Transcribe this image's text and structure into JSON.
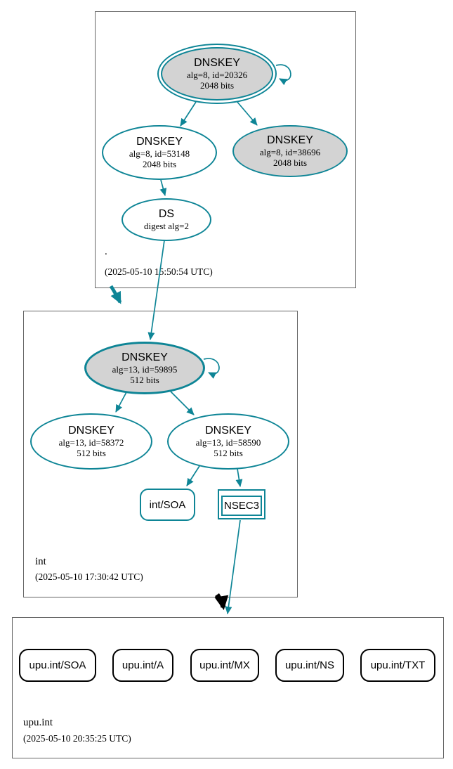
{
  "colors": {
    "secure_teal": "#0e8596",
    "insecure_black": "#000000",
    "key_fill_gray": "#d3d3d3",
    "node_fill_white": "#ffffff",
    "zone_box_border": "#666666"
  },
  "zones": {
    "root": {
      "name": ".",
      "timestamp": "(2025-05-10 15:50:54 UTC)"
    },
    "int": {
      "name": "int",
      "timestamp": "(2025-05-10 17:30:42 UTC)"
    },
    "upu_int": {
      "name": "upu.int",
      "timestamp": "(2025-05-10 20:35:25 UTC)"
    }
  },
  "nodes": {
    "root_ksk": {
      "type": "DNSKEY",
      "detail1": "alg=8, id=20326",
      "detail2": "2048 bits"
    },
    "root_zsk": {
      "type": "DNSKEY",
      "detail1": "alg=8, id=53148",
      "detail2": "2048 bits"
    },
    "root_key_38696": {
      "type": "DNSKEY",
      "detail1": "alg=8, id=38696",
      "detail2": "2048 bits"
    },
    "root_ds": {
      "type": "DS",
      "detail1": "digest alg=2"
    },
    "int_ksk": {
      "type": "DNSKEY",
      "detail1": "alg=13, id=59895",
      "detail2": "512 bits"
    },
    "int_key_58372": {
      "type": "DNSKEY",
      "detail1": "alg=13, id=58372",
      "detail2": "512 bits"
    },
    "int_key_58590": {
      "type": "DNSKEY",
      "detail1": "alg=13, id=58590",
      "detail2": "512 bits"
    },
    "int_soa": {
      "label": "int/SOA"
    },
    "nsec3": {
      "label": "NSEC3"
    },
    "upu_rrsets": [
      {
        "label": "upu.int/SOA"
      },
      {
        "label": "upu.int/A"
      },
      {
        "label": "upu.int/MX"
      },
      {
        "label": "upu.int/NS"
      },
      {
        "label": "upu.int/TXT"
      }
    ]
  }
}
